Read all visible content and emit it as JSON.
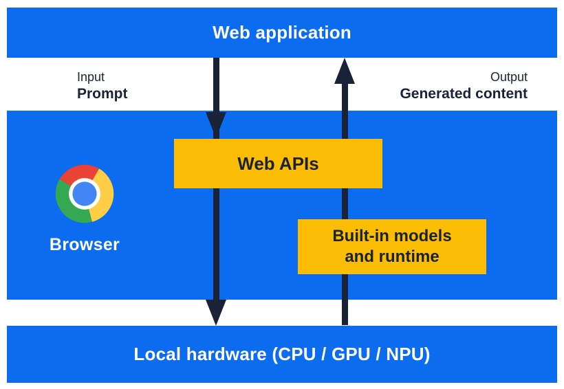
{
  "colors": {
    "bar_blue": "#0b6cf0",
    "box_yellow": "#fbbc04",
    "arrow_navy": "#1a2238",
    "label_white": "#ffffff",
    "logo_red": "#ea4335",
    "logo_yellow": "#ffce44",
    "logo_green": "#34a853",
    "logo_blue": "#4285f4"
  },
  "top_bar": {
    "label": "Web application"
  },
  "io": {
    "input_caption": "Input",
    "input_label": "Prompt",
    "output_caption": "Output",
    "output_label": "Generated content"
  },
  "browser_layer": {
    "logo_icon": "chrome-logo-icon",
    "label": "Browser"
  },
  "boxes": {
    "web_apis": {
      "label": "Web APIs"
    },
    "builtin": {
      "line1": "Built-in models",
      "line2": "and runtime"
    }
  },
  "bottom_bar": {
    "label": "Local hardware (CPU / GPU / NPU)"
  },
  "arrows": {
    "down": "prompt flow: web application → web APIs → local hardware",
    "up": "generated content flow: local hardware → built-in models → web application"
  }
}
